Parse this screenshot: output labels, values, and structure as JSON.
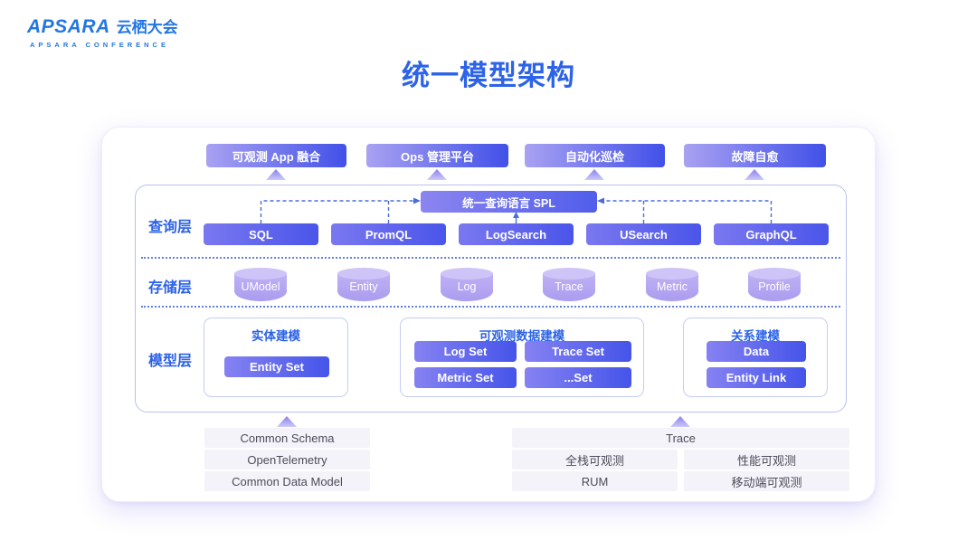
{
  "logo": {
    "brand": "APSARA",
    "brand_cn": "云栖大会",
    "subtitle": "APSARA CONFERENCE"
  },
  "title": "统一模型架构",
  "top_apps": [
    "可观测 App 融合",
    "Ops 管理平台",
    "自动化巡检",
    "故障自愈"
  ],
  "query_layer": {
    "label": "查询层",
    "spl": "统一查询语言 SPL",
    "engines": [
      "SQL",
      "PromQL",
      "LogSearch",
      "USearch",
      "GraphQL"
    ]
  },
  "storage_layer": {
    "label": "存储层",
    "stores": [
      "UModel",
      "Entity",
      "Log",
      "Trace",
      "Metric",
      "Profile"
    ]
  },
  "model_layer": {
    "label": "模型层",
    "cards": [
      {
        "title": "实体建模",
        "items": [
          "Entity Set"
        ]
      },
      {
        "title": "可观测数据建模",
        "items": [
          "Log Set",
          "Trace Set",
          "Metric Set",
          "...Set"
        ]
      },
      {
        "title": "关系建模",
        "items": [
          "Data",
          "Entity Link"
        ]
      }
    ]
  },
  "foundations": {
    "left": [
      "Common Schema",
      "OpenTelemetry",
      "Common Data Model"
    ],
    "right_full": "Trace",
    "right_grid": [
      "全栈可观测",
      "性能可观测",
      "RUM",
      "移动端可观测"
    ]
  },
  "colors": {
    "accent_blue": "#2b62e6",
    "logo_blue": "#2376e2",
    "button_gradient_start": "#a9a2f2",
    "button_gradient_end": "#4150e8",
    "cylinder_purple": "#b2a4f1",
    "connector_blue": "#4a6cd8",
    "foundation_bg": "#f4f3fa"
  }
}
